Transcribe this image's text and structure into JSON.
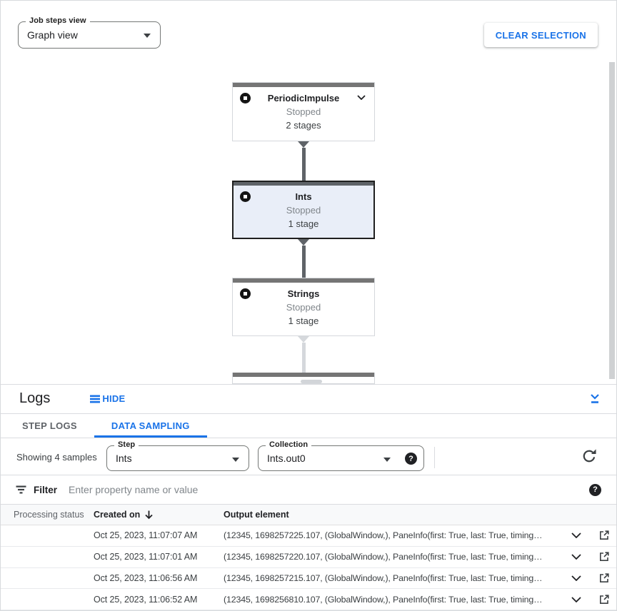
{
  "toolbar": {
    "view_select": {
      "label": "Job steps view",
      "value": "Graph view"
    },
    "clear_selection_label": "CLEAR SELECTION"
  },
  "graph": {
    "nodes": [
      {
        "title": "PeriodicImpulse",
        "status": "Stopped",
        "stages": "2 stages",
        "selected": false
      },
      {
        "title": "Ints",
        "status": "Stopped",
        "stages": "1 stage",
        "selected": true
      },
      {
        "title": "Strings",
        "status": "Stopped",
        "stages": "1 stage",
        "selected": false
      }
    ]
  },
  "logs_panel": {
    "title": "Logs",
    "hide_label": "HIDE",
    "tabs": [
      {
        "label": "STEP LOGS",
        "active": false
      },
      {
        "label": "DATA SAMPLING",
        "active": true
      }
    ],
    "sample_summary": "Showing 4 samples",
    "step_select": {
      "label": "Step",
      "value": "Ints"
    },
    "collection_select": {
      "label": "Collection",
      "value": "Ints.out0"
    },
    "filter": {
      "label": "Filter",
      "placeholder": "Enter property name or value"
    },
    "table": {
      "columns": [
        "Processing status",
        "Created on",
        "Output element"
      ],
      "rows": [
        {
          "created_on": "Oct 25, 2023, 11:07:07 AM",
          "output_element": "(12345, 1698257225.107, (GlobalWindow,), PaneInfo(first: True, last: True, timing…"
        },
        {
          "created_on": "Oct 25, 2023, 11:07:01 AM",
          "output_element": "(12345, 1698257220.107, (GlobalWindow,), PaneInfo(first: True, last: True, timing…"
        },
        {
          "created_on": "Oct 25, 2023, 11:06:56 AM",
          "output_element": "(12345, 1698257215.107, (GlobalWindow,), PaneInfo(first: True, last: True, timing…"
        },
        {
          "created_on": "Oct 25, 2023, 11:06:52 AM",
          "output_element": "(12345, 1698256810.107, (GlobalWindow,), PaneInfo(first: True, last: True, timing…"
        }
      ]
    }
  },
  "icons": {
    "help_glyph": "?"
  },
  "colors": {
    "accent_blue": "#1a73e8",
    "selected_node_bg": "#e9eef8",
    "node_bar_gray": "#757575",
    "status_text_gray": "#80868b"
  }
}
